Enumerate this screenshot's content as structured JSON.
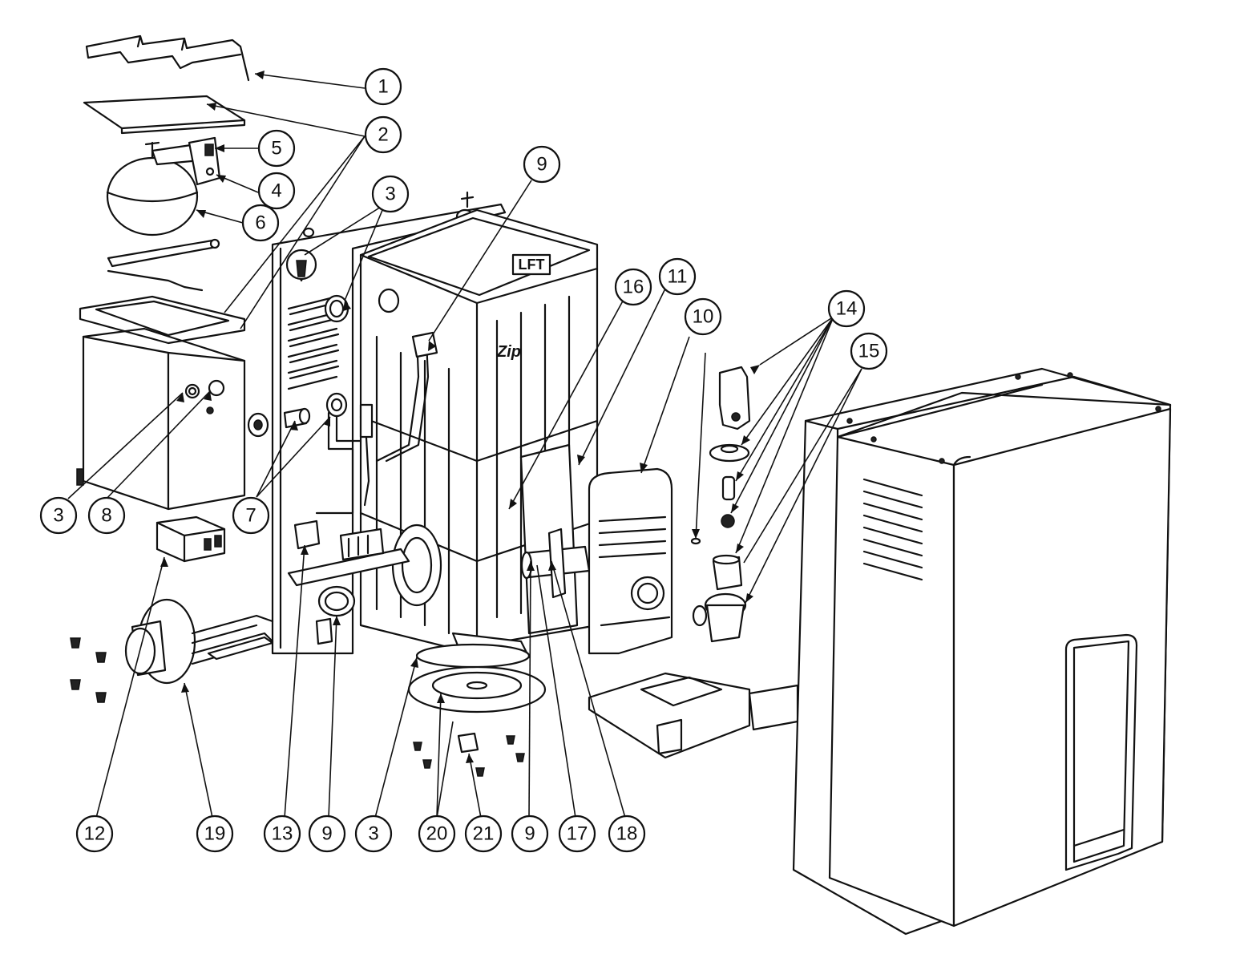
{
  "diagram": {
    "brand_label": "LFT",
    "logo_label": "Zip",
    "callouts": [
      {
        "id": "c1",
        "label": "1"
      },
      {
        "id": "c2",
        "label": "2"
      },
      {
        "id": "c5",
        "label": "5"
      },
      {
        "id": "c4",
        "label": "4"
      },
      {
        "id": "c6",
        "label": "6"
      },
      {
        "id": "c3a",
        "label": "3"
      },
      {
        "id": "c9a",
        "label": "9"
      },
      {
        "id": "c16",
        "label": "16"
      },
      {
        "id": "c11",
        "label": "11"
      },
      {
        "id": "c10",
        "label": "10"
      },
      {
        "id": "c14",
        "label": "14"
      },
      {
        "id": "c15",
        "label": "15"
      },
      {
        "id": "c3b",
        "label": "3"
      },
      {
        "id": "c8",
        "label": "8"
      },
      {
        "id": "c7",
        "label": "7"
      },
      {
        "id": "c12",
        "label": "12"
      },
      {
        "id": "c19",
        "label": "19"
      },
      {
        "id": "c13",
        "label": "13"
      },
      {
        "id": "c9b",
        "label": "9"
      },
      {
        "id": "c3c",
        "label": "3"
      },
      {
        "id": "c20",
        "label": "20"
      },
      {
        "id": "c21",
        "label": "21"
      },
      {
        "id": "c9c",
        "label": "9"
      },
      {
        "id": "c17",
        "label": "17"
      },
      {
        "id": "c18",
        "label": "18"
      }
    ]
  }
}
